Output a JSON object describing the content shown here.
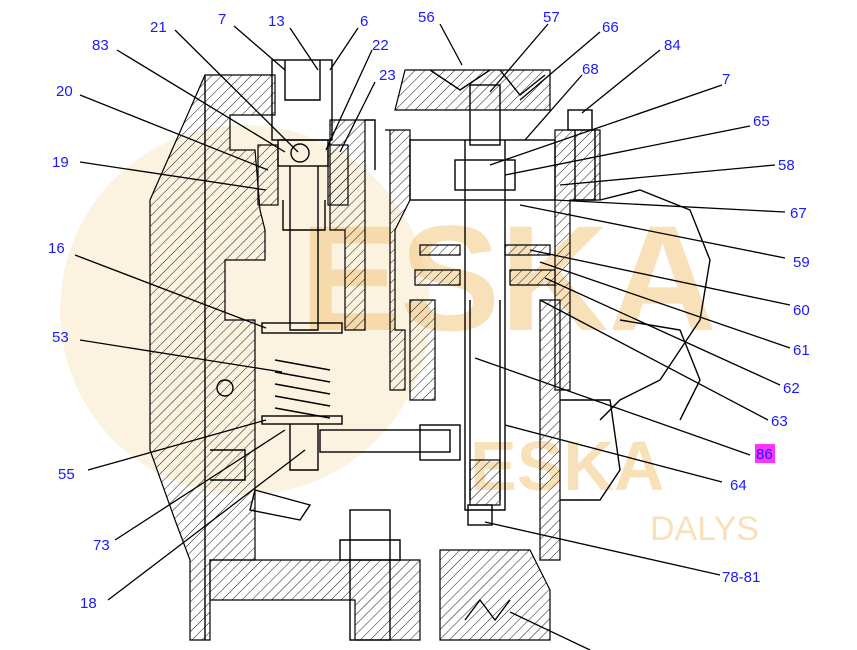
{
  "watermark": {
    "brand": "ESKA",
    "brand_small": "ESKA",
    "tagline": "DALYS",
    "color": "#f3c880"
  },
  "callouts": [
    {
      "id": "7a",
      "text": "7"
    },
    {
      "id": "13",
      "text": "13"
    },
    {
      "id": "6",
      "text": "6"
    },
    {
      "id": "21",
      "text": "21"
    },
    {
      "id": "83",
      "text": "83"
    },
    {
      "id": "22",
      "text": "22"
    },
    {
      "id": "23",
      "text": "23"
    },
    {
      "id": "20",
      "text": "20"
    },
    {
      "id": "19",
      "text": "19"
    },
    {
      "id": "16",
      "text": "16"
    },
    {
      "id": "53",
      "text": "53"
    },
    {
      "id": "55",
      "text": "55"
    },
    {
      "id": "73",
      "text": "73"
    },
    {
      "id": "18",
      "text": "18"
    },
    {
      "id": "56",
      "text": "56"
    },
    {
      "id": "57",
      "text": "57"
    },
    {
      "id": "66",
      "text": "66"
    },
    {
      "id": "68",
      "text": "68"
    },
    {
      "id": "84",
      "text": "84"
    },
    {
      "id": "7b",
      "text": "7"
    },
    {
      "id": "65",
      "text": "65"
    },
    {
      "id": "58",
      "text": "58"
    },
    {
      "id": "67",
      "text": "67"
    },
    {
      "id": "59",
      "text": "59"
    },
    {
      "id": "60",
      "text": "60"
    },
    {
      "id": "61",
      "text": "61"
    },
    {
      "id": "62",
      "text": "62"
    },
    {
      "id": "63",
      "text": "63"
    },
    {
      "id": "86",
      "text": "86"
    },
    {
      "id": "64",
      "text": "64"
    },
    {
      "id": "7881",
      "text": "78-81"
    }
  ],
  "highlight_color": "#ff33ff",
  "label_color": "#1a1aff"
}
